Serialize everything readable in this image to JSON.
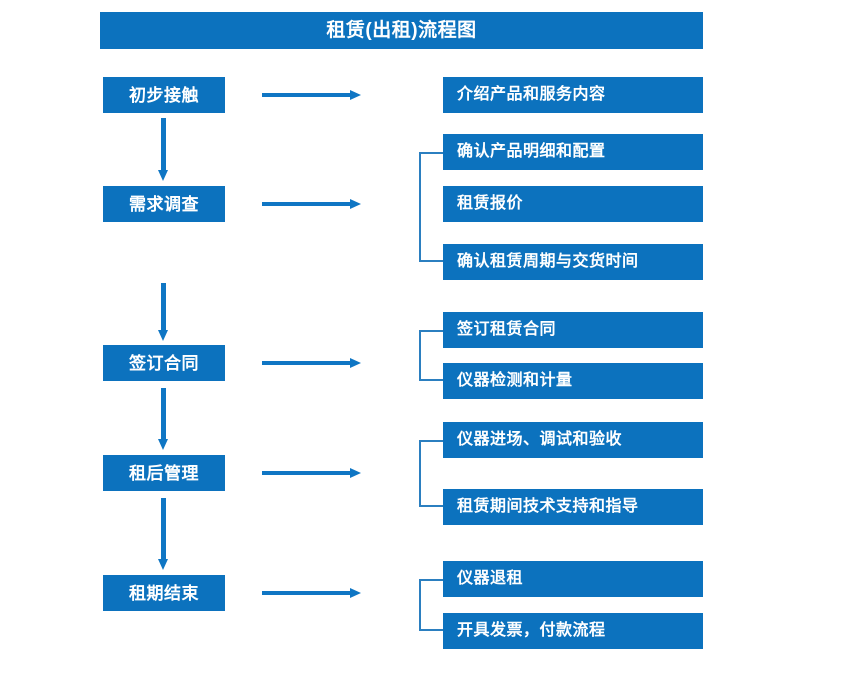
{
  "chart_title": "租赁(出租)流程图",
  "colors": {
    "box_blue": "#0c72be",
    "arrow_blue": "#0f76c4",
    "bracket_blue": "#2b7fc0",
    "box_text": "#ffffff",
    "background": "#ffffff"
  },
  "stages": [
    {
      "label": "初步接触"
    },
    {
      "label": "需求调查"
    },
    {
      "label": "签订合同"
    },
    {
      "label": "租后管理"
    },
    {
      "label": "租期结束"
    }
  ],
  "details": [
    {
      "label": "介绍产品和服务内容"
    },
    {
      "label": "确认产品明细和配置"
    },
    {
      "label": "租赁报价"
    },
    {
      "label": "确认租赁周期与交货时间"
    },
    {
      "label": "签订租赁合同"
    },
    {
      "label": "仪器检测和计量"
    },
    {
      "label": "仪器进场、调试和验收"
    },
    {
      "label": "租赁期间技术支持和指导"
    },
    {
      "label": "仪器退租"
    },
    {
      "label": "开具发票，付款流程"
    }
  ],
  "connectors": {
    "stage_flow_arrows": 4,
    "stage_to_detail_arrows": 5,
    "group_brackets": 4
  }
}
